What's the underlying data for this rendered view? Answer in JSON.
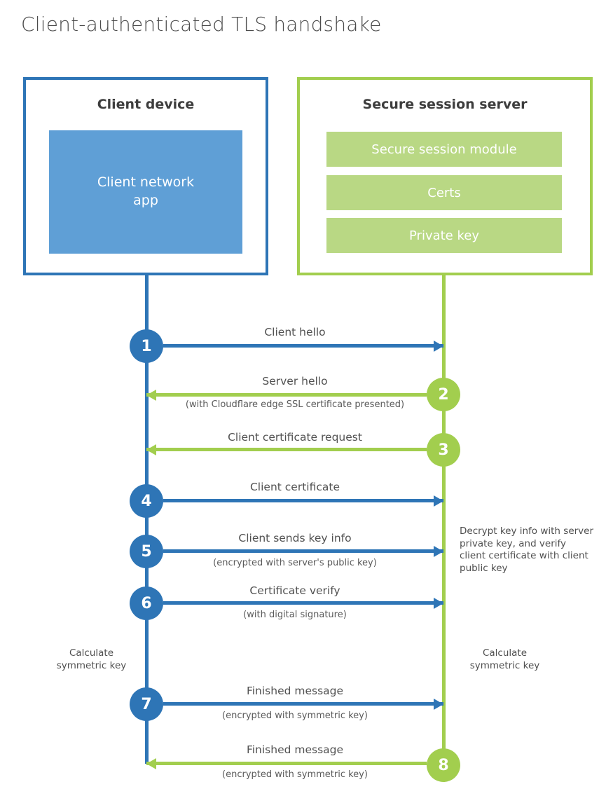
{
  "title": "Client-authenticated TLS handshake",
  "client": {
    "title": "Client device",
    "app_label": "Client network app"
  },
  "server": {
    "title": "Secure session server",
    "modules": [
      "Secure session module",
      "Certs",
      "Private key"
    ]
  },
  "steps": [
    {
      "num": "1",
      "label": "Client hello",
      "from": "client",
      "to": "server"
    },
    {
      "num": "2",
      "label": "Server hello",
      "sublabel": "(with Cloudflare edge SSL certificate presented)",
      "from": "server",
      "to": "client"
    },
    {
      "num": "3",
      "label": "Client certificate request",
      "from": "server",
      "to": "client"
    },
    {
      "num": "4",
      "label": "Client certificate",
      "from": "client",
      "to": "server"
    },
    {
      "num": "5",
      "label": "Client sends key info",
      "sublabel": "(encrypted with server's public key)",
      "from": "client",
      "to": "server"
    },
    {
      "num": "6",
      "label": "Certificate verify",
      "sublabel": "(with digital signature)",
      "from": "client",
      "to": "server"
    },
    {
      "num": "7",
      "label": "Finished message",
      "sublabel": "(encrypted with symmetric key)",
      "from": "client",
      "to": "server"
    },
    {
      "num": "8",
      "label": "Finished message",
      "sublabel": "(encrypted with symmetric key)",
      "from": "server",
      "to": "client"
    }
  ],
  "annotations": {
    "decrypt_note": "Decrypt key info with server private key, and verify client certificate with client public key",
    "calculate_left": "Calculate symmetric key",
    "calculate_right": "Calculate symmetric key"
  },
  "colors": {
    "blue": "#2e75b6",
    "blue_fill": "#5f9fd6",
    "green": "#a2ce4e",
    "green_fill": "#b9d884"
  }
}
